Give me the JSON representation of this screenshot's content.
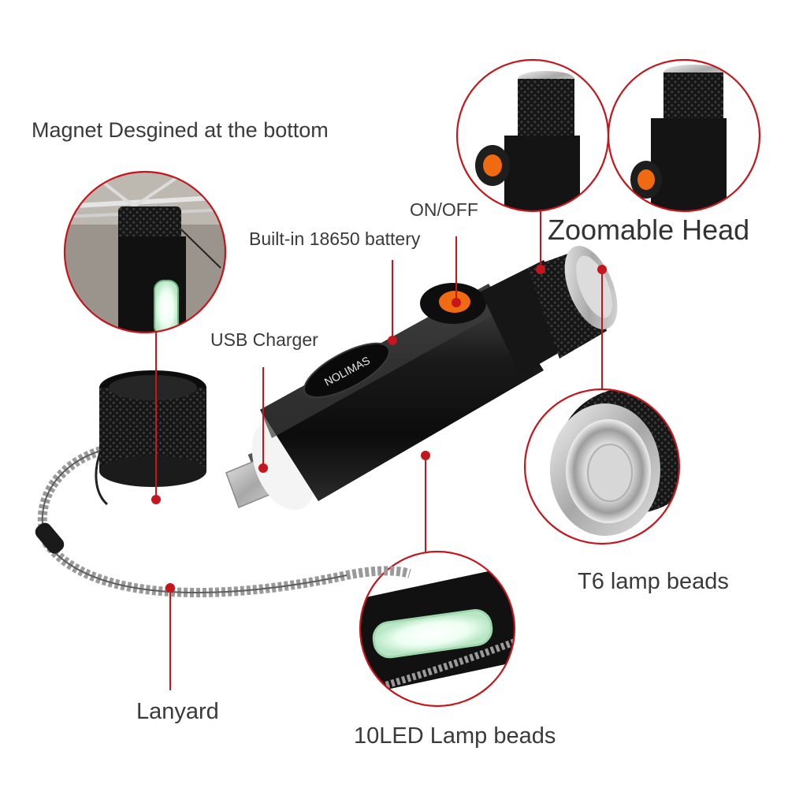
{
  "labels": {
    "magnet": "Magnet Desgined at the bottom",
    "onoff": "ON/OFF",
    "battery": "Built-in 18650 battery",
    "zoom": "Zoomable Head",
    "usb": "USB Charger",
    "t6": "T6 lamp beads",
    "lanyard": "Lanyard",
    "led10": "10LED Lamp beads"
  },
  "brand": "NOLIMAS",
  "colors": {
    "callout": "#c4161c",
    "body": "#161616",
    "cob_light": "#eefff2",
    "switch": "#f06a12"
  }
}
